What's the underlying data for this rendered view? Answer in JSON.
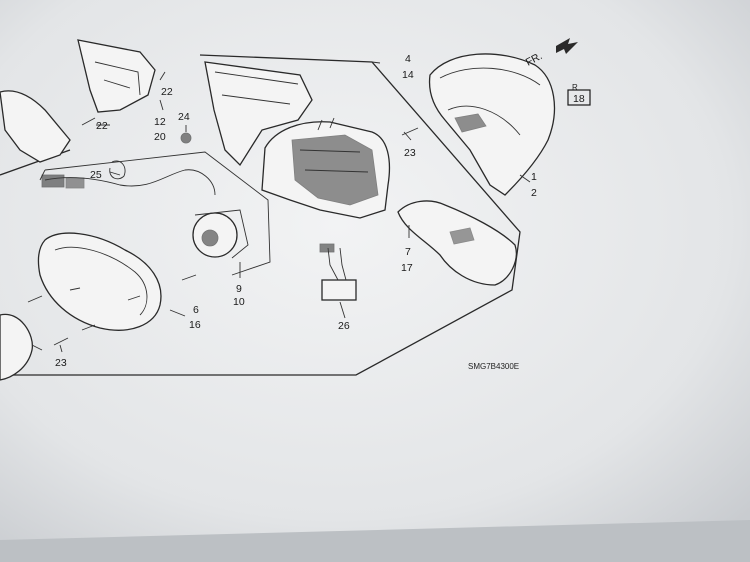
{
  "diagram": {
    "code": "SMG7B4300E",
    "direction_label": "FR.",
    "boxed_label": "18",
    "corner_mark": "R",
    "callouts": [
      {
        "id": "c22a",
        "text": "22"
      },
      {
        "id": "c22b",
        "text": "22"
      },
      {
        "id": "c12",
        "text": "12"
      },
      {
        "id": "c20",
        "text": "20"
      },
      {
        "id": "c24",
        "text": "24"
      },
      {
        "id": "c4",
        "text": "4"
      },
      {
        "id": "c14",
        "text": "14"
      },
      {
        "id": "c23a",
        "text": "23"
      },
      {
        "id": "c1",
        "text": "1"
      },
      {
        "id": "c2",
        "text": "2"
      },
      {
        "id": "c25",
        "text": "25"
      },
      {
        "id": "c7",
        "text": "7"
      },
      {
        "id": "c17",
        "text": "17"
      },
      {
        "id": "c9",
        "text": "9"
      },
      {
        "id": "c10",
        "text": "10"
      },
      {
        "id": "c6",
        "text": "6"
      },
      {
        "id": "c16",
        "text": "16"
      },
      {
        "id": "c23b",
        "text": "23"
      },
      {
        "id": "c26",
        "text": "26"
      }
    ]
  }
}
